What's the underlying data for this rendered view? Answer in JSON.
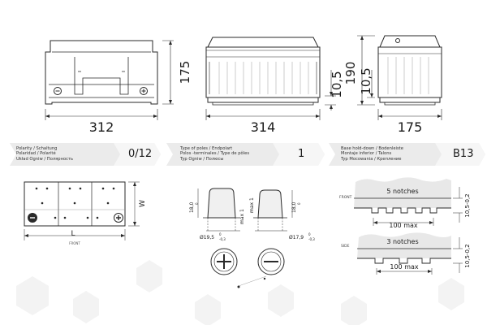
{
  "top_dimensions": {
    "top_view": {
      "width": "312",
      "height": "175"
    },
    "front_view": {
      "width": "314",
      "height": "10,5"
    },
    "side_view": {
      "width": "175",
      "total_height": "190",
      "body_height": "10,5"
    }
  },
  "polarity": {
    "title_lines": [
      "Polarity / Schaltung",
      "Polaridad / Polarité",
      "Układ Ogniw / Полярность"
    ],
    "value": "0/12",
    "dimension_width": "W",
    "dimension_length": "L",
    "view_label": "FRONT"
  },
  "poles": {
    "title_lines": [
      "Type of poles / Endpolart",
      "Polos -terminales / Type de pôles",
      "Typ Ogniw / Полюсы"
    ],
    "value": "1",
    "left_terminal": {
      "height": "18,0",
      "height_tol": "0",
      "max": "max 1",
      "diameter": "Ø19,5",
      "dia_tol_top": "0",
      "dia_tol_bottom": "-0,3"
    },
    "right_terminal": {
      "height": "18,0",
      "height_tol": "0",
      "max": "max 1",
      "diameter": "Ø17,9",
      "dia_tol_top": "0",
      "dia_tol_bottom": "-0,3"
    }
  },
  "holddown": {
    "title_lines": [
      "Base hold-down / Bodenleiste",
      "Montaje inferior / Talons",
      "Typ Mocowania / Крепление"
    ],
    "value": "B13",
    "front": {
      "label": "FRONT",
      "notches": "5 notches",
      "max_width": "100 max",
      "height": "10,5-0,2"
    },
    "side": {
      "label": "SIDE",
      "notches": "3 notches",
      "max_width": "100 max",
      "height": "10,5-0,2"
    }
  },
  "colors": {
    "line": "#2a2a2a",
    "header_bg": "#ebebeb",
    "shade": "#e6e6e6",
    "text": "#1a1a1a"
  }
}
